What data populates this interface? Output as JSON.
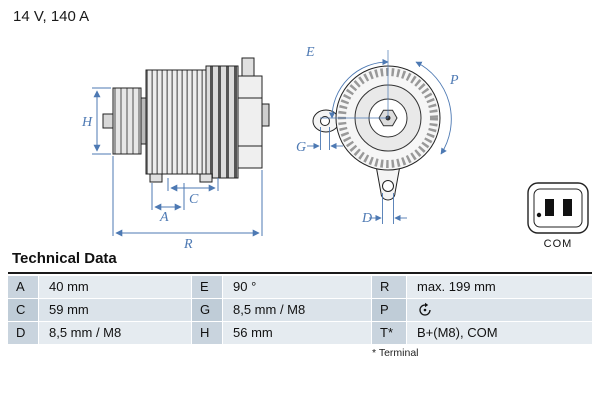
{
  "header": {
    "rating": "14 V, 140 A"
  },
  "diagram": {
    "labels": {
      "H": "H",
      "A": "A",
      "C": "C",
      "R": "R",
      "E": "E",
      "P": "P",
      "G": "G",
      "D": "D"
    },
    "connector_label": "COM",
    "p_icon": "clockwise-rotation-icon"
  },
  "table": {
    "title": "Technical Data",
    "rows": [
      [
        {
          "k": "A",
          "v": "40 mm"
        },
        {
          "k": "E",
          "v": "90 °"
        },
        {
          "k": "R",
          "v": "max. 199 mm"
        }
      ],
      [
        {
          "k": "C",
          "v": "59 mm"
        },
        {
          "k": "G",
          "v": "8,5 mm / M8"
        },
        {
          "k": "P",
          "v": ""
        }
      ],
      [
        {
          "k": "D",
          "v": "8,5 mm / M8"
        },
        {
          "k": "H",
          "v": "56 mm"
        },
        {
          "k": "T*",
          "v": "B+(M8), COM"
        }
      ]
    ],
    "footnote": "* Terminal"
  }
}
